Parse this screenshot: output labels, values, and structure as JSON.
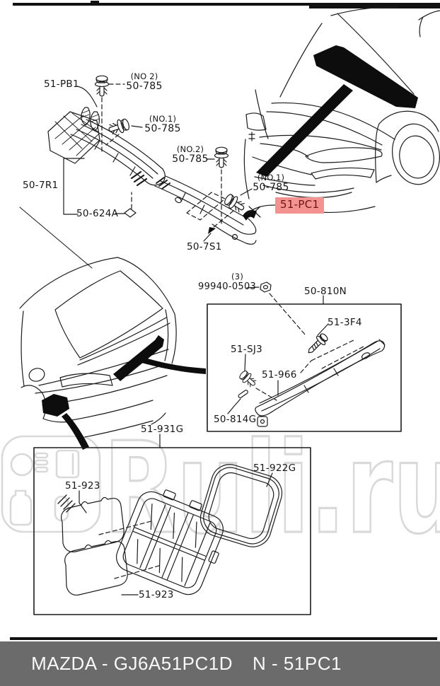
{
  "watermark": {
    "text": "Ruli.ru"
  },
  "diagram": {
    "cowl_section": {
      "labels": {
        "weatherstrip": "51-PB1",
        "fastener1_qty": "(NO 2)",
        "fastener1_part": "50-785",
        "fastener2_qty": "(NO.1)",
        "fastener2_part": "50-785",
        "fastener3_qty": "(NO.2)",
        "fastener3_part": "50-785",
        "fastener4_qty": "(NO.1)",
        "fastener4_part": "50-785",
        "washer_nozzle": "51-PC1",
        "cowl_grille_left": "50-7R1",
        "seal": "50-624A",
        "cowl_grille_right": "50-7S1"
      }
    },
    "trunk_section": {
      "labels": {
        "nut_qty": "(3)",
        "nut": "99940-0503",
        "garnish_assy": "50-810N",
        "screw": "51-3F4",
        "clip": "51-SJ3",
        "garnish": "51-966",
        "protector": "50-814G"
      }
    },
    "vent_section": {
      "labels": {
        "vent_assy": "51-931G",
        "seal_ring": "51-922G",
        "flap_upper": "51-923",
        "flap_lower": "51-923"
      }
    }
  },
  "footer": {
    "catalog_code": "MAZDA - GJ6A51PC1D",
    "part_code": "N - 51PC1"
  },
  "colors": {
    "highlight_bg": "#f49191",
    "highlight_text": "#6d1313",
    "footer_bg": "#6b6b6b",
    "footer_text": "#f8f8f8",
    "watermark": "#d9d9d9",
    "line_art": "#1c1c1c"
  }
}
